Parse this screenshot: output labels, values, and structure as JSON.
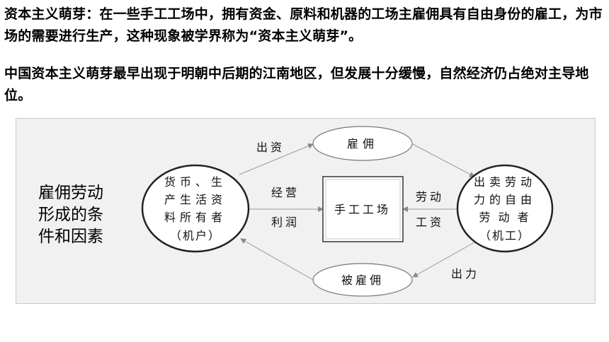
{
  "paragraph1": "资本主义萌芽：在一些手工工场中，拥有资金、原料和机器的工场主雇佣具有自由身份的雇工，为市场的需要进行生产，这种现象被学界称为“资本主义萌芽”。",
  "paragraph2": "中国资本主义萌芽最早出现于明朝中后期的江南地区，但发展十分缓慢，自然经济仍占绝对主导地位。",
  "diagram": {
    "side_title": [
      "雇佣劳动",
      "形成的条",
      "件和因素"
    ],
    "left_node": [
      "货币、生",
      "产生活资",
      "料所有者",
      "（机户）"
    ],
    "right_node": [
      "出卖劳动",
      "力的自由",
      "劳 动 者",
      "（机工）"
    ],
    "top_node": "雇佣",
    "bottom_node": "被雇佣",
    "center_node": "手工工场",
    "label_invest": "出资",
    "label_operate": "经营",
    "label_profit": "利润",
    "label_labor": "劳动",
    "label_wage": "工资",
    "label_effort": "出力"
  }
}
